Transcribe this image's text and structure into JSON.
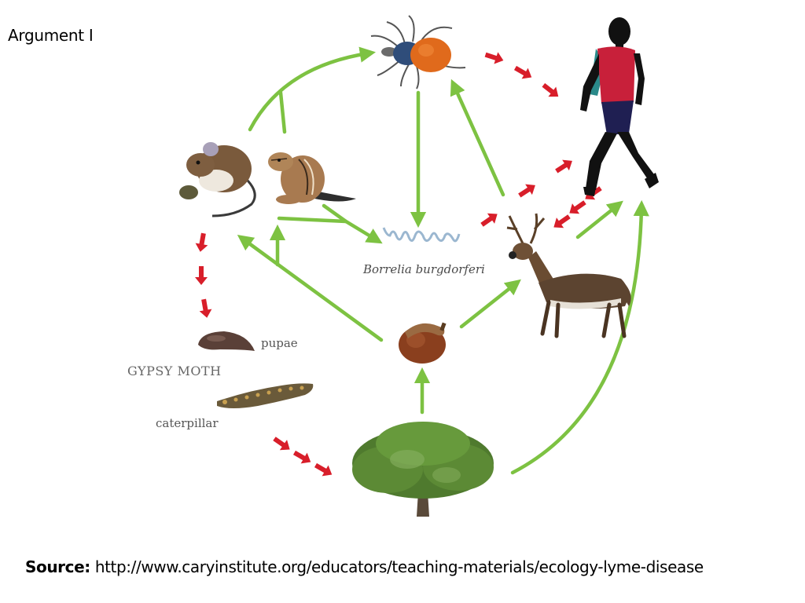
{
  "slide": {
    "title": "Argument I"
  },
  "diagram": {
    "nodes": [
      {
        "id": "tick",
        "icon": "tick-icon"
      },
      {
        "id": "hiker",
        "icon": "hiker-icon"
      },
      {
        "id": "mouse",
        "icon": "mouse-icon"
      },
      {
        "id": "chipmunk",
        "icon": "chipmunk-icon"
      },
      {
        "id": "bacteria",
        "icon": "spirochete-icon",
        "label": "Borrelia burgdorferi"
      },
      {
        "id": "deer",
        "icon": "deer-icon"
      },
      {
        "id": "acorn",
        "icon": "acorn-icon"
      },
      {
        "id": "oak",
        "icon": "oak-tree-icon"
      },
      {
        "id": "pupae",
        "icon": "pupae-icon",
        "label": "pupae"
      },
      {
        "id": "caterpillar",
        "icon": "caterpillar-icon",
        "label": "caterpillar"
      }
    ],
    "group_label": "GYPSY MOTH",
    "colors": {
      "positive_arrow": "#7dc242",
      "negative_arrow": "#d81e2a"
    }
  },
  "source": {
    "label": "Source:",
    "url": "http://www.caryinstitute.org/educators/teaching-materials/ecology-lyme-disease"
  }
}
